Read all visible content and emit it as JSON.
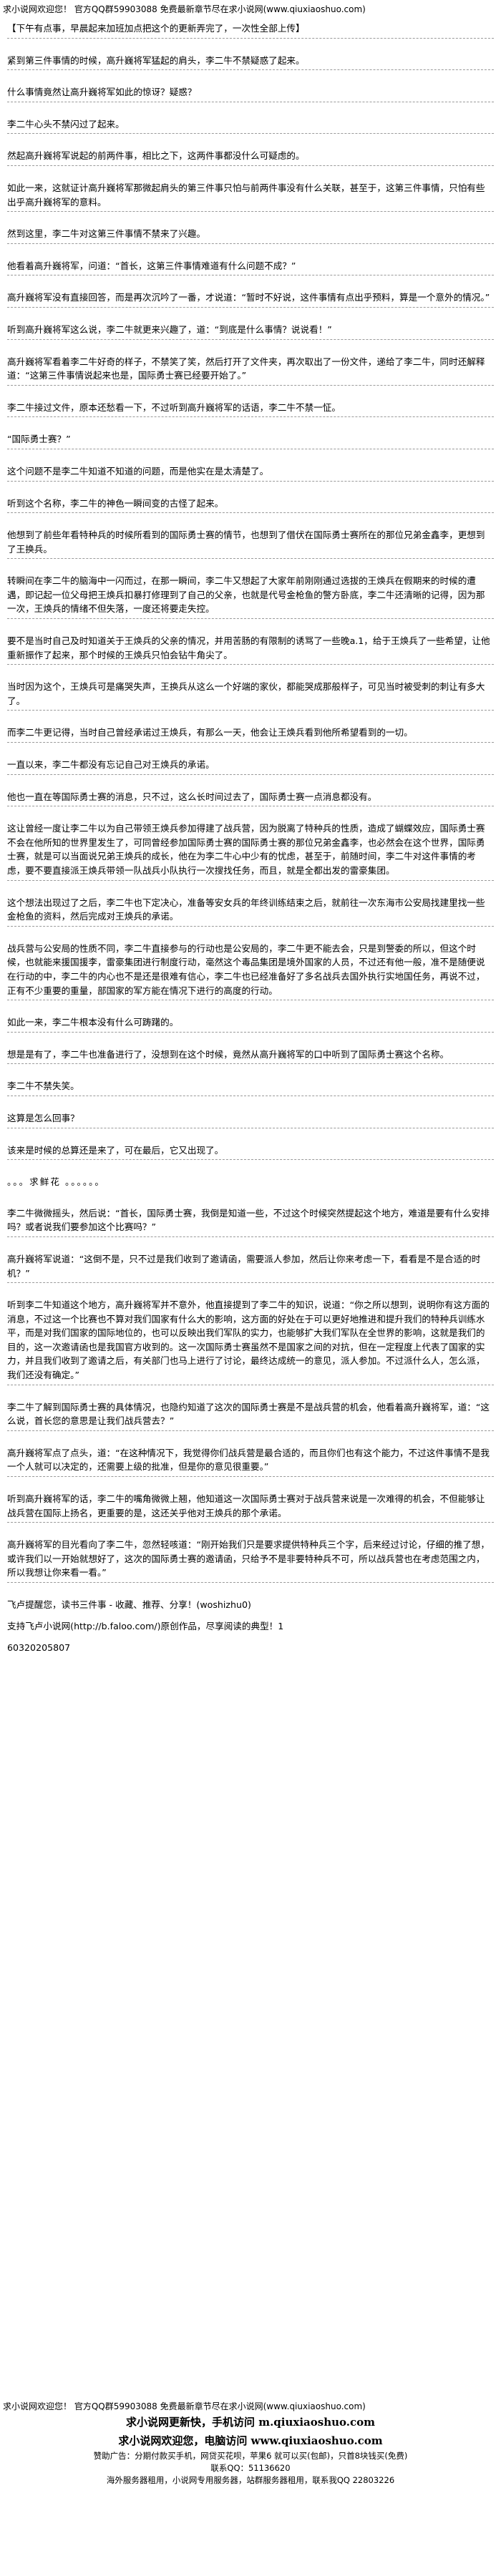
{
  "header": {
    "top_line": "求小说网欢迎您！ 官方QQ群59903088 免费最新章节尽在求小说网(www.qiuxiaoshuo.com)"
  },
  "paragraphs": [
    "【下午有点事，早晨起来加班加点把这个的更新弄完了，一次性全部上传】",
    "紧到第三件事情的时候，高升巍将军猛起的肩头，李二牛不禁疑惑了起来。",
    "什么事情竟然让高升巍将军如此的惊讶？疑惑？",
    "李二牛心头不禁闪过了起来。",
    "然起高升巍将军说起的前两件事，相比之下，这两件事都没什么可疑虑的。",
    "如此一来，这就证计高升巍将军那微起肩头的第三件事只怕与前两件事没有什么关联，甚至于，这第三件事情，只怕有些出乎高升巍将军的意料。",
    "然到这里，李二牛对这第三件事情不禁来了兴趣。",
    "他看着高升巍将军，问道：“首长，这第三件事情难道有什么问题不成？”",
    "高升巍将军没有直接回答，而是再次沉吟了一番，才说道：“暂时不好说，这件事情有点出乎预料，算是一个意外的情况。”",
    "听到高升巍将军这么说，李二牛就更来兴趣了，道：“到底是什么事情？说说看！”",
    "高升巍将军看着李二牛好奇的样子，不禁笑了笑，然后打开了文件夹，再次取出了一份文件，递给了李二牛，同时还解释道：“这第三件事情说起来也是，国际勇士赛已经要开始了。”",
    "李二牛接过文件，原本还愁看一下，不过听到高升巍将军的话语，李二牛不禁一怔。",
    "“国际勇士赛？”",
    "这个问题不是李二牛知道不知道的问题，而是他实在是太清楚了。",
    "听到这个名称，李二牛的神色一瞬间变的古怪了起来。",
    "他想到了前些年看特种兵的时候所看到的国际勇士赛的情节，也想到了借伏在国际勇士赛所在的那位兄弟金鑫李，更想到了王换兵。",
    "转瞬间在李二牛的脑海中一闪而过，在那一瞬间，李二牛又想起了大家年前刚刚通过选拔的王焕兵在假期来的时候的遭遇，即记起一位父母把王焕兵扣暴打修理到了自己的父亲，也就是代号金枪鱼的警方卧底，李二牛还清晰的记得，因为那一次，王焕兵的情绪不但失落，一度还将要走失控。",
    "要不是当时自己及时知道关于王焕兵的父亲的情况，并用苦肠的有限制的诱骂了一些晚a.1，给于王焕兵了一些希望，让他重新振作了起来，那个时候的王焕兵只怕会钻牛角尖了。",
    "当时因为这个，王焕兵可是痛哭失声，王换兵从这么一个好端的家伙，都能哭成那般样子，可见当时被受刺的刺让有多大了。",
    "而李二牛更记得，当时自己曾经承诺过王焕兵，有那么一天，他会让王焕兵看到他所希望看到的一切。",
    "一直以来，李二牛都没有忘记自己对王焕兵的承诺。",
    "他也一直在等国际勇士赛的消息，只不过，这么长时间过去了，国际勇士赛一点消息都没有。",
    "这让曾经一度让李二牛以为自己带领王焕兵参加得建了战兵营，因为脱离了特种兵的性质，造成了蝴蝶效应，国际勇士赛不会在他所知的世界里发生了，可同曾经参加国际勇士赛的国际勇士赛的那位兄弟金鑫李，也必然会在这个世界，国际勇士赛，就是可以当面说兄弟王焕兵的成长，他在为李二牛心中少有的忧虑，甚至于，前随时间，李二牛对这件事情的考虑，要不要直接派王焕兵带领一队战兵小队执行一次搜找任务，而且，就是全都出发的雷豪集团。",
    "这个想法出现过了之后，李二牛也下定决心，准备等安女兵的年终训练结束之后，就前往一次东海市公安局找建里找一些金枪鱼的资料，然后完成对王焕兵的承诺。",
    "战兵营与公安局的性质不同，李二牛直接参与的行动也是公安局的，李二牛更不能去会，只是到警委的所以，但这个时候，也就能来援国援李，雷豪集团进行制度行动，毫然这个毒品集团是境外国家的人员，不过还有他一般，准不是随便说在行动的中，李二牛的内心也不是还是很难有信心，李二牛也已经准备好了多名战兵去国外执行实地国任务，再说不过，正有不少重要的重量，部国家的军方能在情况下进行的高度的行动。",
    "如此一来，李二牛根本没有什么可踌躇的。",
    "想是是有了，李二牛也准备进行了，没想到在这个时候，竟然从高升巍将军的口中听到了国际勇士赛这个名称。",
    "李二牛不禁失笑。",
    "这算是怎么回事？",
    "该来是时候的总算还是来了，可在最后，它又出现了。",
    "。。。求鲜花 。。。。。。",
    "李二牛微微摇头，然后说：“首长，国际勇士赛，我倒是知道一些，不过这个时候突然提起这个地方，难道是要有什么安排吗？或者说我们要参加这个比赛吗？”",
    "高升巍将军说道：“这倒不是，只不过是我们收到了邀请函，需要派人参加，然后让你来考虑一下，看看是不是合适的时机？”",
    "听到李二牛知道这个地方，高升巍将军并不意外，他直接提到了李二牛的知识，说道：“你之所以想到，说明你有这方面的消息，不过这一个比赛也不算对我们国家有什么大的影响，这方面的好处在于可以更好地推进和提升我们的特种兵训练水平，而是对我们国家的国际地位的，也可以反映出我们军队的实力，也能够扩大我们军队在全世界的影响，这就是我们的目的，这一次邀请函也是我国官方收到的。这一次国际勇士赛虽然不是国家之间的对抗，但在一定程度上代表了国家的实力，并且我们收到了邀请之后，有关部门也马上进行了讨论，最终达成统一的意见，派人参加。不过派什么人，怎么派，我们还没有确定。”",
    "李二牛了解到国际勇士赛的具体情况，也隐约知道了这次的国际勇士赛是不是战兵营的机会，他看着高升巍将军，道：“这么说，首长您的意思是让我们战兵营去？”",
    "高升巍将军点了点头，道：“在这种情况下，我觉得你们战兵营是最合适的，而且你们也有这个能力，不过这件事情不是我一个人就可以决定的，还需要上级的批准，但是你的意见很重要。”",
    "听到高升巍将军的话，李二牛的嘴角微微上翘，他知道这一次国际勇士赛对于战兵营来说是一次难得的机会，不但能够让战兵营在国际上扬名，更重要的是，这还关乎他对王焕兵的那个承诺。",
    "高升巍将军的目光看向了李二牛，忽然轻咳道：“刚开始我们只是要求提供特种兵三个字，后来经过讨论，仔细的推了想，或许我们以一开始就想好了，这次的国际勇士赛的邀请函，只给予不是非要特种兵不可，所以战兵营也在考虑范围之内，所以我想让你来看一看。”"
  ],
  "tail": {
    "line1": "飞卢提醒您，读书三件事 - 收藏、推荐、分享！(woshizhu0)",
    "line2": "支持飞卢小说网(http://b.faloo.com/)原创作品，尽享阅读的典型！1",
    "line3": "60320205807"
  },
  "footer": {
    "line1": "求小说网欢迎您！ 官方QQ群59903088 免费最新章节尽在求小说网(www.qiuxiaoshuo.com)",
    "line2": "求小说网更新快，手机访问 m.qiuxiaoshuo.com",
    "line3": "求小说网欢迎您，电脑访问 www.qiuxiaoshuo.com",
    "line4": "赞助广告：分期付款买手机，网贷买花呗，苹果6 就可以买(包邮)，只首8块钱买(免费)",
    "line5": "联系QQ：51136620",
    "line6": "海外服务器租用，小说网专用服务器，站群服务器租用，联系我QQ 22803226"
  }
}
